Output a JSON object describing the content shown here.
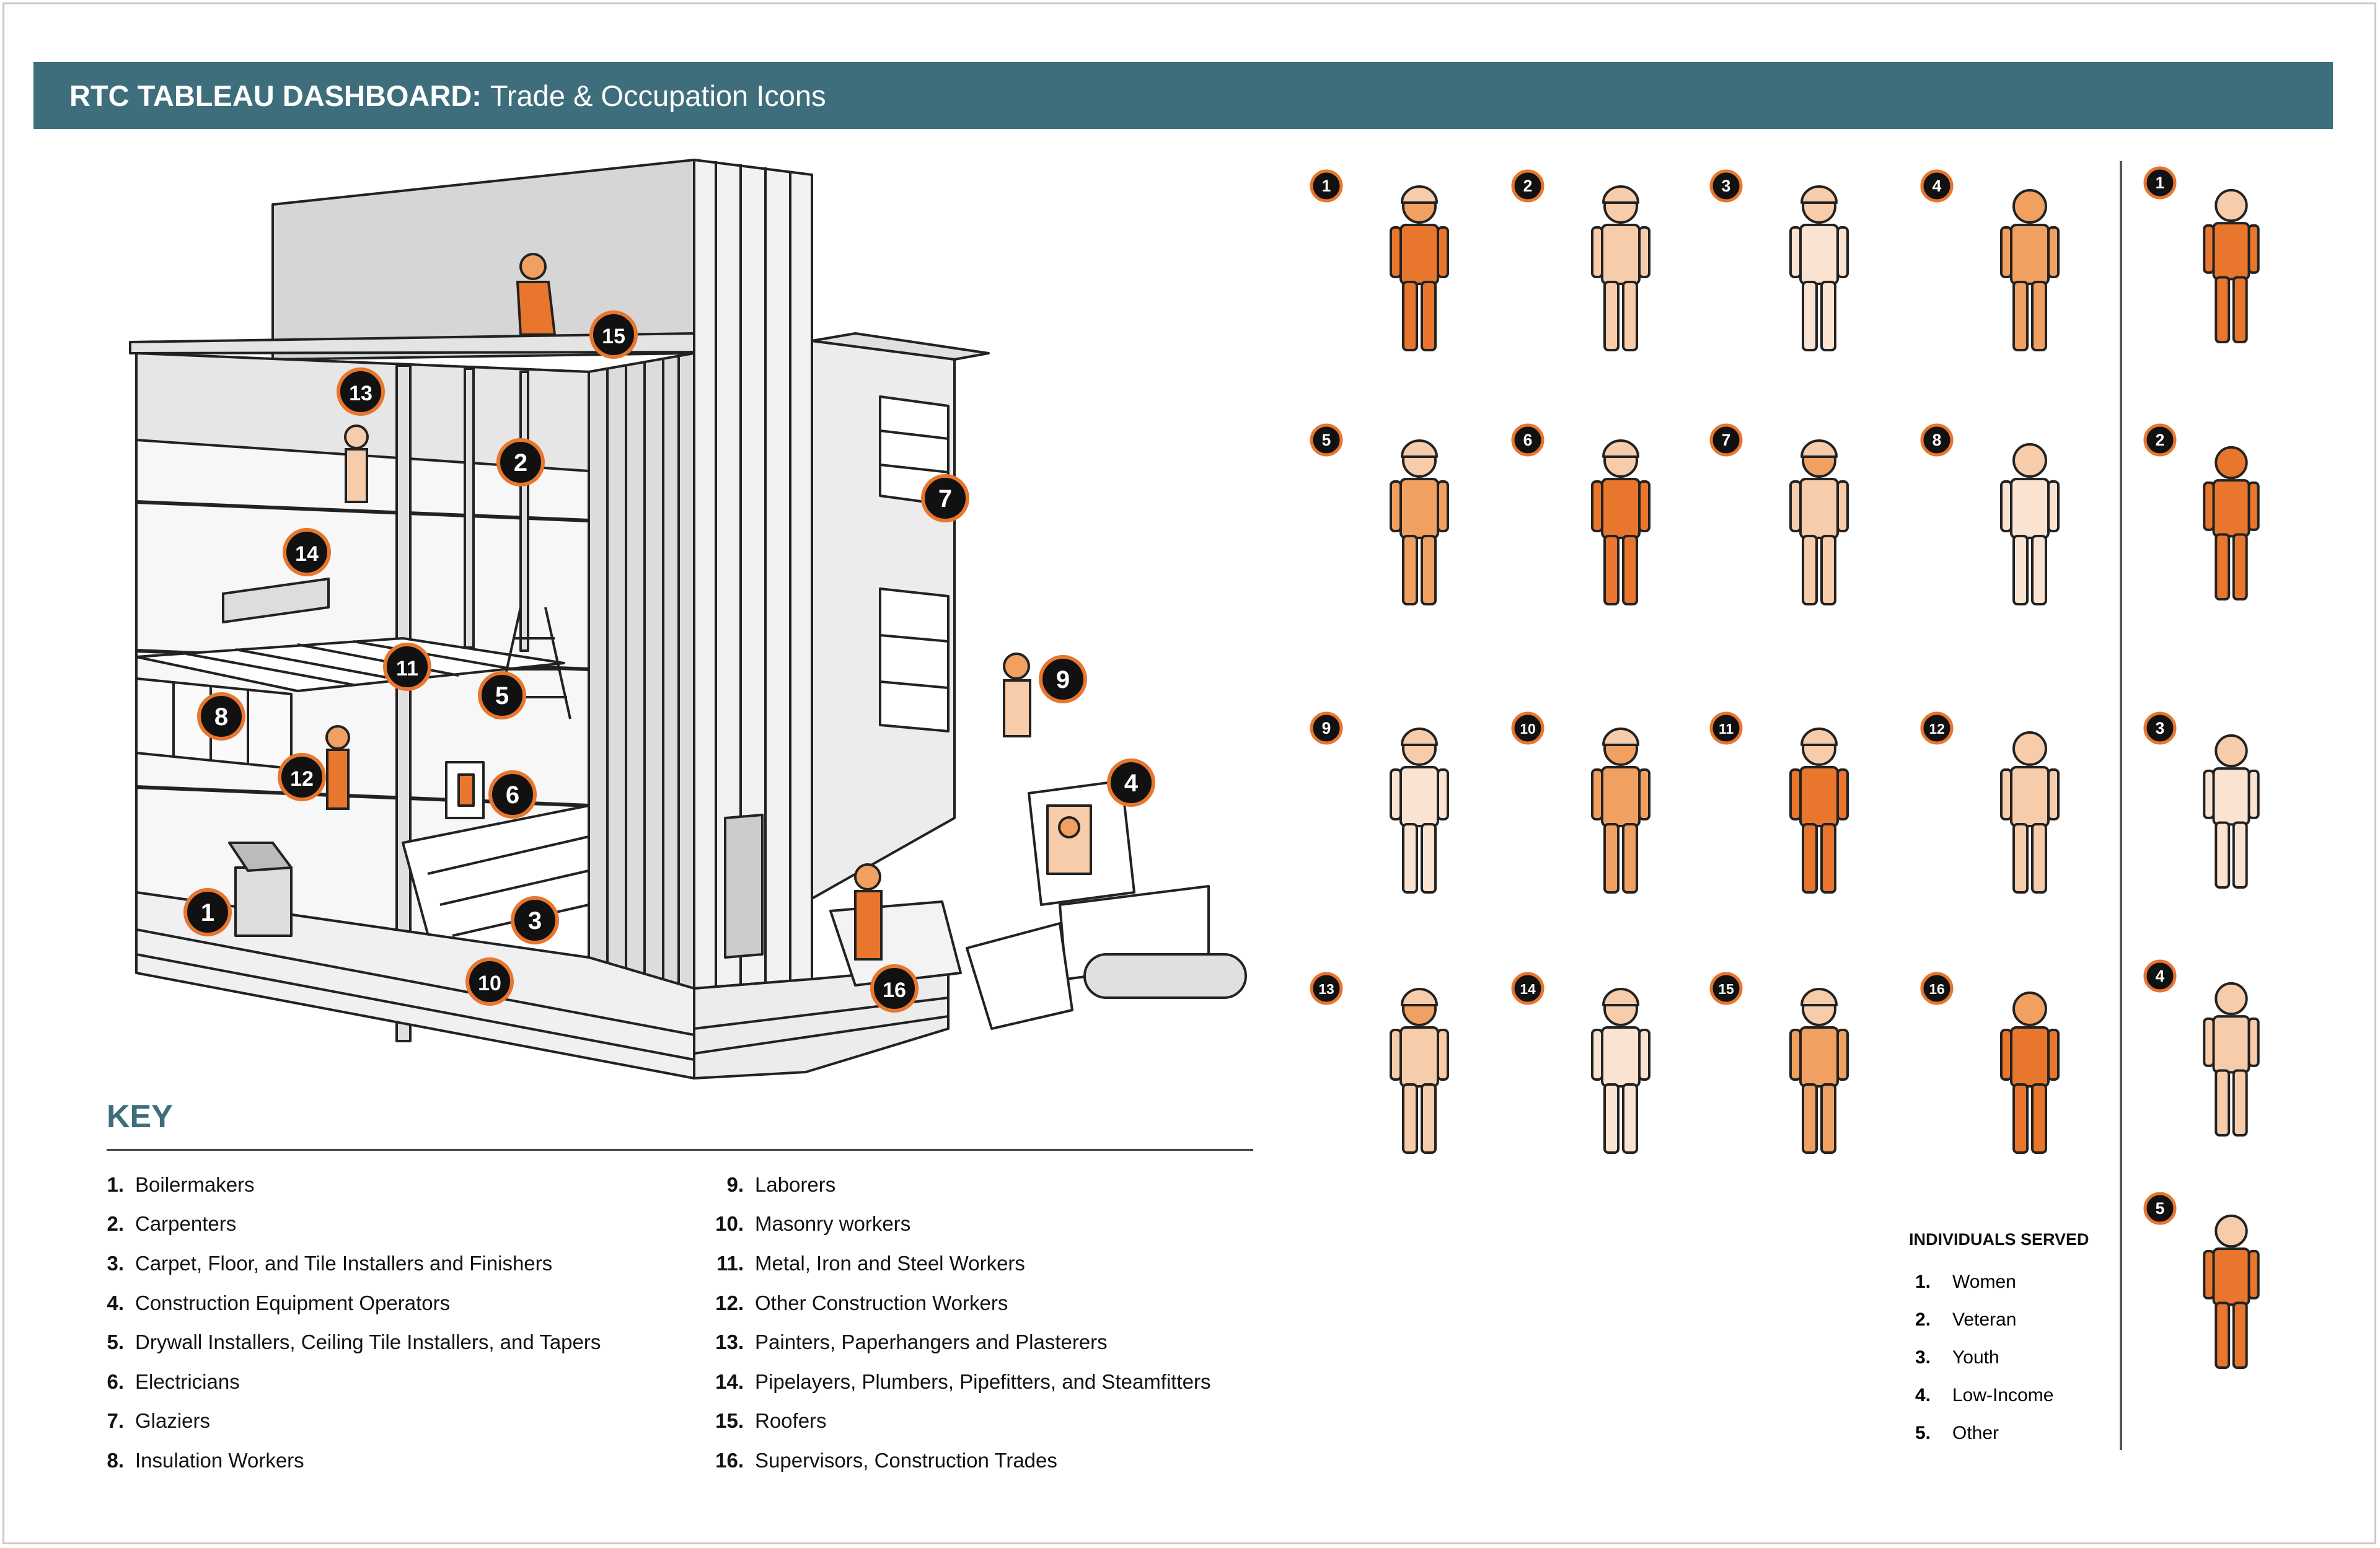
{
  "header": {
    "title_bold": "RTC TABLEAU DASHBOARD:",
    "title_rest": "Trade & Occupation Icons"
  },
  "colors": {
    "header_bg": "#3e6e7c",
    "accent_orange": "#e8762c",
    "mid_orange": "#f0a060",
    "light_orange": "#f7ccaa",
    "pale": "#fbe3d2",
    "badge": "#111111"
  },
  "key": {
    "title": "KEY",
    "items": [
      {
        "num": "1.",
        "label": "Boilermakers"
      },
      {
        "num": "2.",
        "label": "Carpenters"
      },
      {
        "num": "3.",
        "label": "Carpet, Floor, and Tile Installers and Finishers"
      },
      {
        "num": "4.",
        "label": "Construction Equipment Operators"
      },
      {
        "num": "5.",
        "label": "Drywall Installers, Ceiling Tile Installers, and Tapers"
      },
      {
        "num": "6.",
        "label": "Electricians"
      },
      {
        "num": "7.",
        "label": "Glaziers"
      },
      {
        "num": "8.",
        "label": "Insulation Workers"
      },
      {
        "num": "9.",
        "label": "Laborers"
      },
      {
        "num": "10.",
        "label": "Masonry workers"
      },
      {
        "num": "11.",
        "label": "Metal, Iron and Steel Workers"
      },
      {
        "num": "12.",
        "label": "Other Construction Workers"
      },
      {
        "num": "13.",
        "label": "Painters, Paperhangers and Plasterers"
      },
      {
        "num": "14.",
        "label": "Pipelayers, Plumbers, Pipefitters, and Steamfitters"
      },
      {
        "num": "15.",
        "label": "Roofers"
      },
      {
        "num": "16.",
        "label": "Supervisors, Construction Trades"
      }
    ]
  },
  "building_badges": [
    "1",
    "2",
    "3",
    "4",
    "5",
    "6",
    "7",
    "8",
    "9",
    "10",
    "11",
    "12",
    "13",
    "14",
    "15",
    "16"
  ],
  "trade_icon_badges": [
    "1",
    "2",
    "3",
    "4",
    "5",
    "6",
    "7",
    "8",
    "9",
    "10",
    "11",
    "12",
    "13",
    "14",
    "15",
    "16"
  ],
  "served": {
    "title": "INDIVIDUALS SERVED",
    "items": [
      {
        "num": "1.",
        "label": "Women"
      },
      {
        "num": "2.",
        "label": "Veteran"
      },
      {
        "num": "3.",
        "label": "Youth"
      },
      {
        "num": "4.",
        "label": "Low-Income"
      },
      {
        "num": "5.",
        "label": "Other"
      }
    ],
    "badges": [
      "1",
      "2",
      "3",
      "4",
      "5"
    ]
  }
}
